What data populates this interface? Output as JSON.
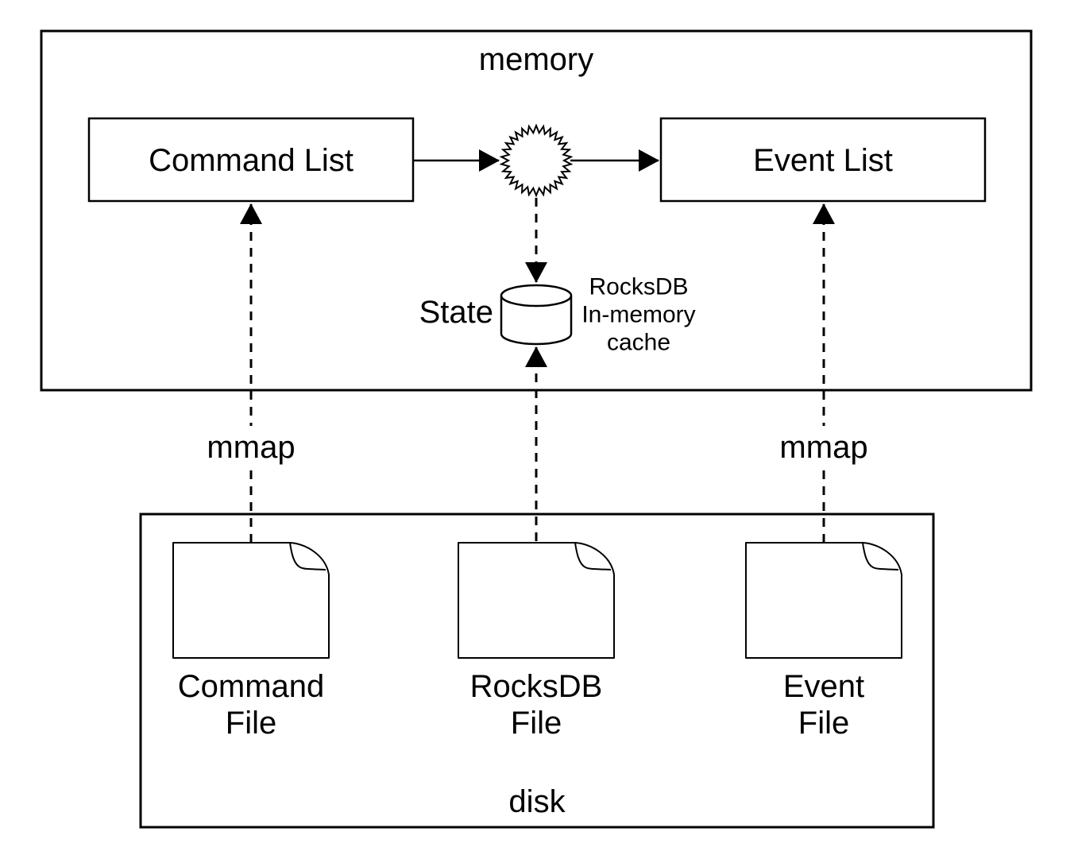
{
  "diagram": {
    "memory_region_label": "memory",
    "disk_region_label": "disk",
    "command_list_label": "Command List",
    "event_list_label": "Event List",
    "state_label": "State",
    "cache_annotation_lines": [
      "RocksDB",
      "In-memory",
      "cache"
    ],
    "mmap_left_label": "mmap",
    "mmap_right_label": "mmap",
    "files": [
      {
        "line1": "Command",
        "line2": "File"
      },
      {
        "line1": "RocksDB",
        "line2": "File"
      },
      {
        "line1": "Event",
        "line2": "File"
      }
    ],
    "colors": {
      "line": "#000000",
      "background": "#ffffff"
    }
  }
}
